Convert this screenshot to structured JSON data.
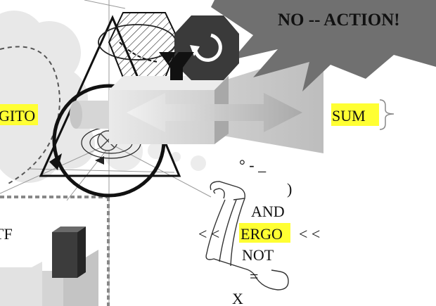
{
  "banner": {
    "text": "NO -- ACTION!"
  },
  "labels": {
    "cogito": "GITO",
    "sum": "SUM",
    "left_fragment": "TF",
    "and": "AND",
    "ergo": "ERGO",
    "not": "NOT",
    "equals": "=",
    "x": "X",
    "left_chevrons": "<  <",
    "right_chevrons": "<  <",
    "symbols": "° - _",
    "paren": ")"
  },
  "colors": {
    "highlight": "#ffff33",
    "banner_fill": "#707070",
    "octagon_dark": "#3a3a3a",
    "cloud": "#e6e6e6",
    "box": "#d9d9d9"
  },
  "icons": {
    "rotate": "circular-arrow-icon",
    "fork": "y-fork-icon",
    "double_arrow": "double-arrow-icon"
  }
}
